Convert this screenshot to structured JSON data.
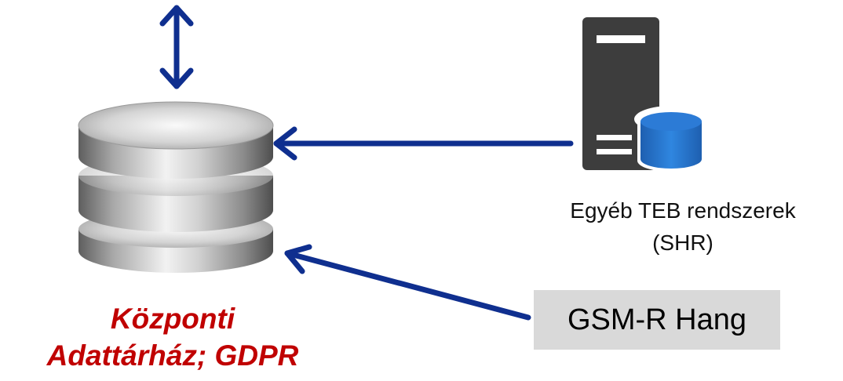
{
  "database": {
    "label_line1": "Központi",
    "label_line2": "Adattárház; GDPR",
    "label_color": "#c00000"
  },
  "server": {
    "icon": "server-database-icon",
    "label_line1": "Egyéb TEB rendszerek",
    "label_line2": "(SHR)"
  },
  "gsm": {
    "label": "GSM-R Hang",
    "box_color": "#d9d9d9"
  },
  "colors": {
    "arrow": "#0f2f8f",
    "server_body": "#3d3d3d",
    "cylinder_blue": "#2c7bd6"
  }
}
